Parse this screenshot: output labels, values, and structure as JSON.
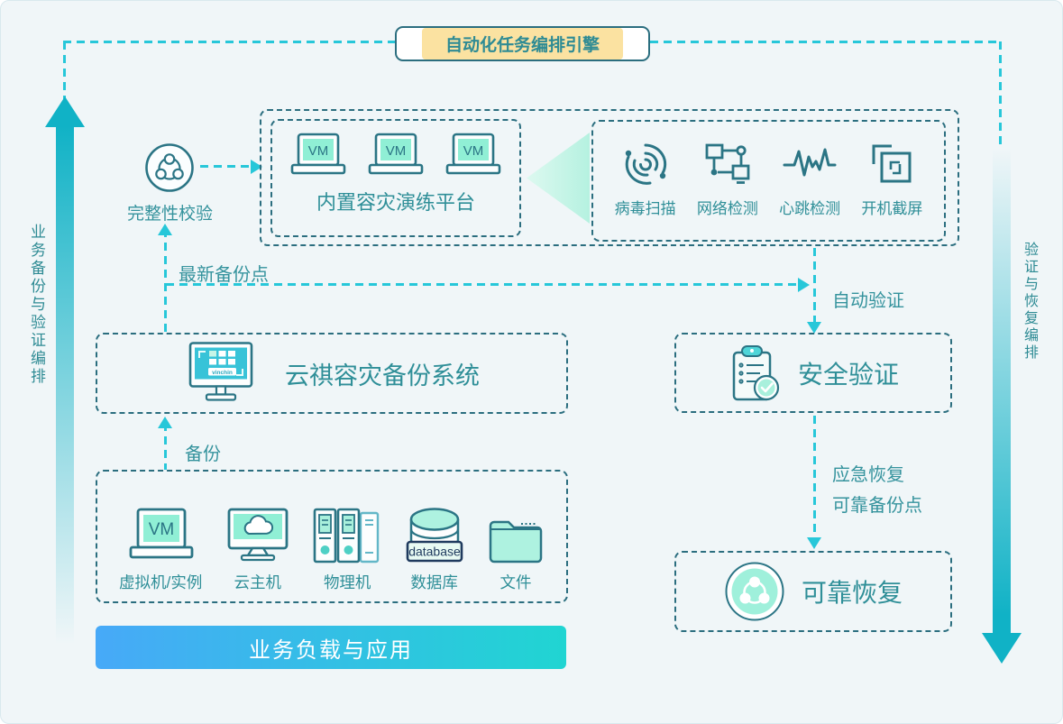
{
  "colors": {
    "background": "#f0f6f8",
    "dark_teal_border": "#2b6e7f",
    "cyan_dash": "#27c7d9",
    "teal_text": "#2e8b94",
    "mint_fill": "#a9f0dc",
    "banner_yellow": "#fbe2a1",
    "gradient_blue": "#47a9f8",
    "gradient_teal": "#20d5d2",
    "arrow_teal": "#10b2c6"
  },
  "top_banner": {
    "label": "自动化任务编排引擎"
  },
  "side_flows": {
    "left_label": "业务备份与验证编排",
    "right_label": "验证与恢复编排"
  },
  "integrity_check": {
    "label": "完整性校验",
    "icon": "integrity-share-icon"
  },
  "drill_platform": {
    "title": "内置容灾演练平台",
    "vms": [
      "VM",
      "VM",
      "VM"
    ]
  },
  "detection_panel": {
    "items": [
      {
        "label": "病毒扫描",
        "icon": "virus-scan-icon"
      },
      {
        "label": "网络检测",
        "icon": "network-check-icon"
      },
      {
        "label": "心跳检测",
        "icon": "heartbeat-icon"
      },
      {
        "label": "开机截屏",
        "icon": "boot-screenshot-icon"
      }
    ]
  },
  "flow_labels": {
    "latest_backup_point": "最新备份点",
    "auto_verification": "自动验证",
    "backup": "备份",
    "emergency_recovery": "应急恢复",
    "reliable_backup_point": "可靠备份点"
  },
  "backup_system": {
    "title": "云祺容灾备份系统",
    "brand": "vinchin",
    "icon": "vinchin-monitor-icon"
  },
  "security_verification": {
    "title": "安全验证",
    "icon": "clipboard-check-icon"
  },
  "reliable_recovery": {
    "title": "可靠恢复",
    "icon": "recovery-share-icon"
  },
  "workloads": {
    "items": [
      {
        "label": "虚拟机/实例",
        "icon": "vm-laptop-icon",
        "screen_text": "VM"
      },
      {
        "label": "云主机",
        "icon": "cloud-host-icon"
      },
      {
        "label": "物理机",
        "icon": "physical-server-icon"
      },
      {
        "label": "数据库",
        "icon": "database-icon",
        "badge": "database"
      },
      {
        "label": "文件",
        "icon": "folder-icon"
      }
    ]
  },
  "bottom_banner": {
    "label": "业务负载与应用"
  }
}
